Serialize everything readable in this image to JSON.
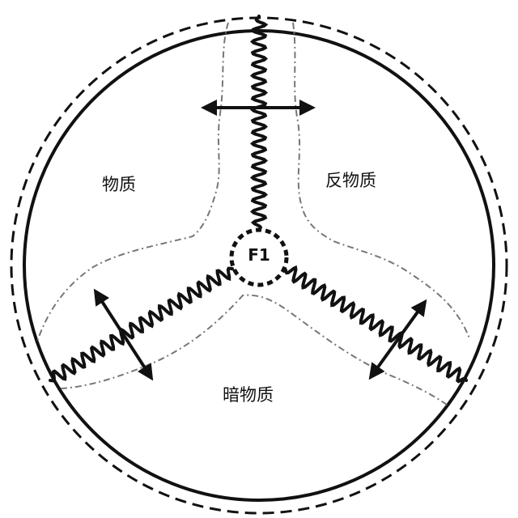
{
  "diagram": {
    "center_node": {
      "label": "F1"
    },
    "regions": [
      {
        "id": "matter",
        "label": "物质"
      },
      {
        "id": "antimatter",
        "label": "反物质"
      },
      {
        "id": "dark-matter",
        "label": "暗物质"
      }
    ],
    "line_color": "#111111",
    "boundary_color": "#777777",
    "background": "#ffffff"
  }
}
